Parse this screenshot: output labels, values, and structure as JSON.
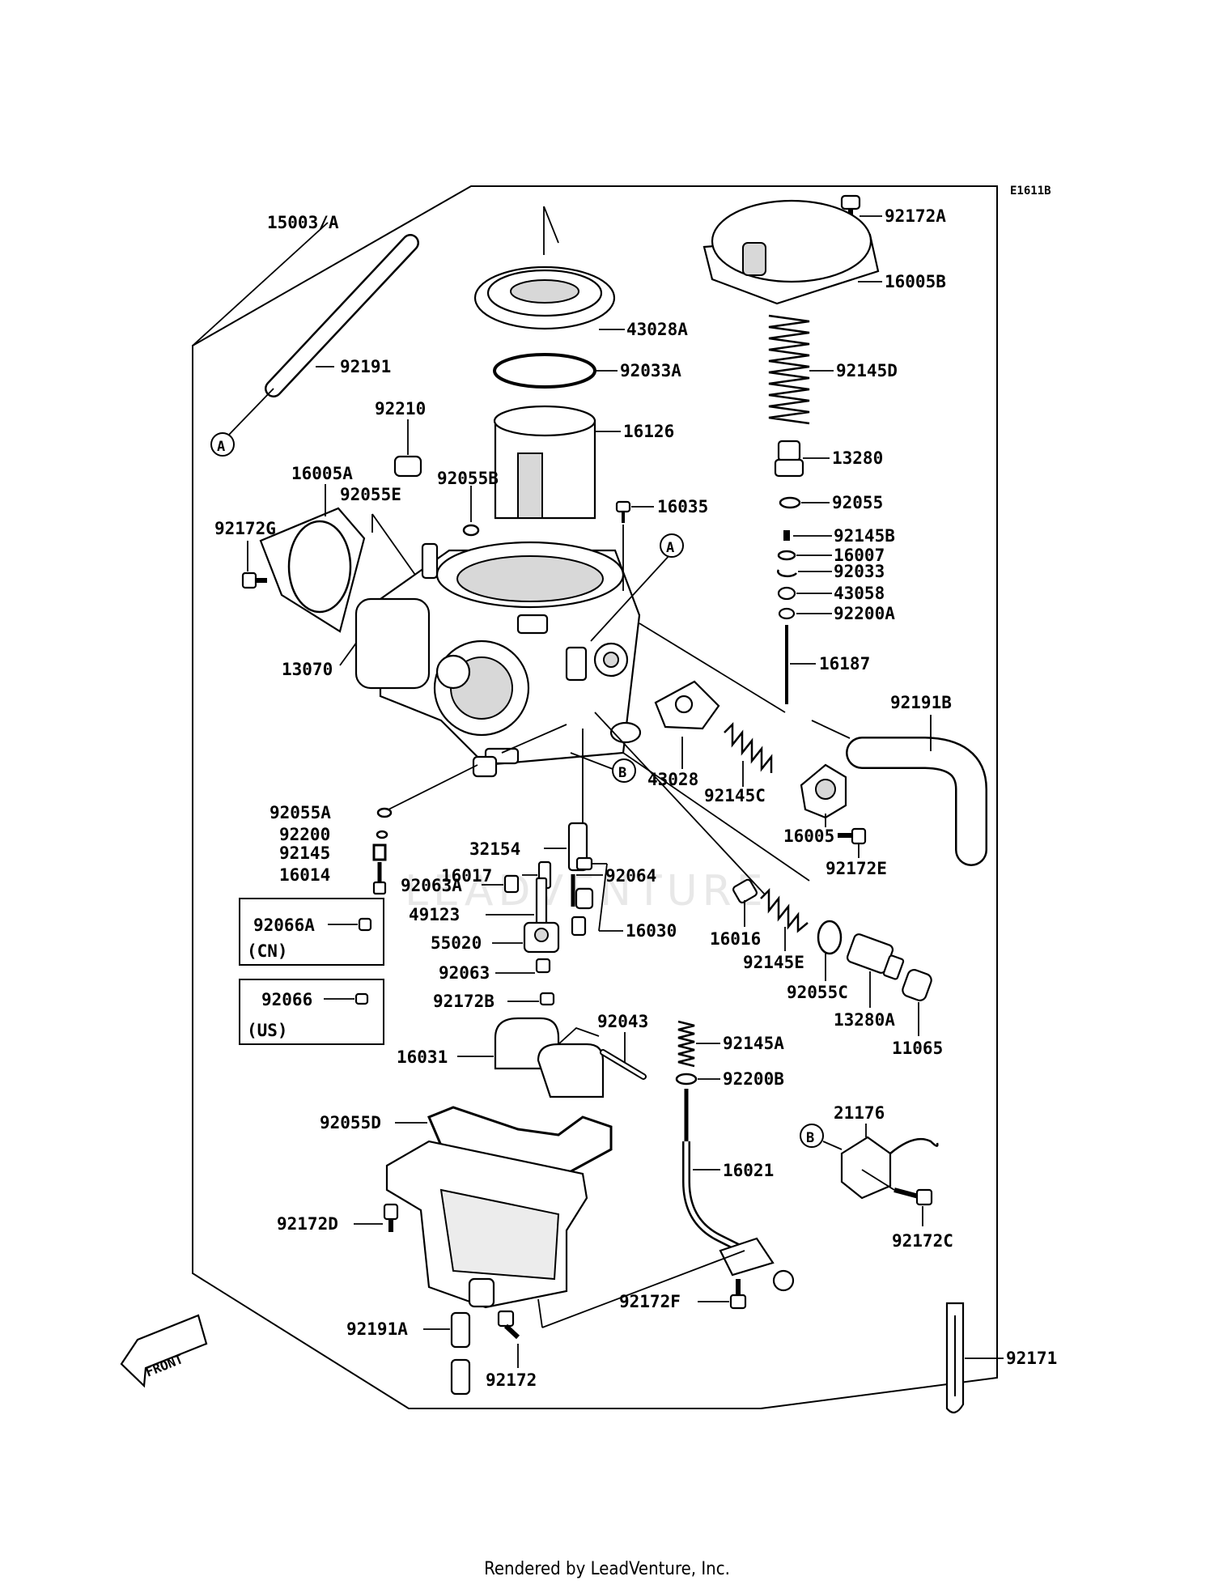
{
  "diagram": {
    "code": "E1611B",
    "watermark": "LEADVENTURE",
    "front_label": "FRONT",
    "ref_a": "A",
    "ref_b": "B",
    "labels": {
      "p15003A": "15003/A",
      "p92191": "92191",
      "p43028A": "43028A",
      "p92033A": "92033A",
      "p16126": "16126",
      "p92210": "92210",
      "p16005A": "16005A",
      "p92055E": "92055E",
      "p92055B": "92055B",
      "p16035": "16035",
      "p92172G": "92172G",
      "p13070": "13070",
      "p92172A": "92172A",
      "p16005B": "16005B",
      "p92145D": "92145D",
      "p13280": "13280",
      "p92055": "92055",
      "p92145B": "92145B",
      "p16007": "16007",
      "p92033": "92033",
      "p43058": "43058",
      "p92200A": "92200A",
      "p16187": "16187",
      "p92191B": "92191B",
      "p43028": "43028",
      "p92145C": "92145C",
      "p16005": "16005",
      "p92172E": "92172E",
      "p92055A": "92055A",
      "p92200": "92200",
      "p92145": "92145",
      "p16014": "16014",
      "p32154": "32154",
      "p16017": "16017",
      "p92064": "92064",
      "p92063A": "92063A",
      "p49123": "49123",
      "p16030": "16030",
      "p55020": "55020",
      "p92063": "92063",
      "p92172B": "92172B",
      "p16016": "16016",
      "p92145E": "92145E",
      "p92055C": "92055C",
      "p13280A": "13280A",
      "p11065": "11065",
      "p92066A": "92066A",
      "pCN": "(CN)",
      "p92066": "92066",
      "pUS": "(US)",
      "p92043": "92043",
      "p16031": "16031",
      "p92145A": "92145A",
      "p92200B": "92200B",
      "p92055D": "92055D",
      "p21176": "21176",
      "p16021": "16021",
      "p92172C": "92172C",
      "p92172D": "92172D",
      "p92172F": "92172F",
      "p92191A": "92191A",
      "p92172": "92172",
      "p92171": "92171"
    }
  },
  "footer": {
    "text": "Rendered by LeadVenture, Inc."
  }
}
